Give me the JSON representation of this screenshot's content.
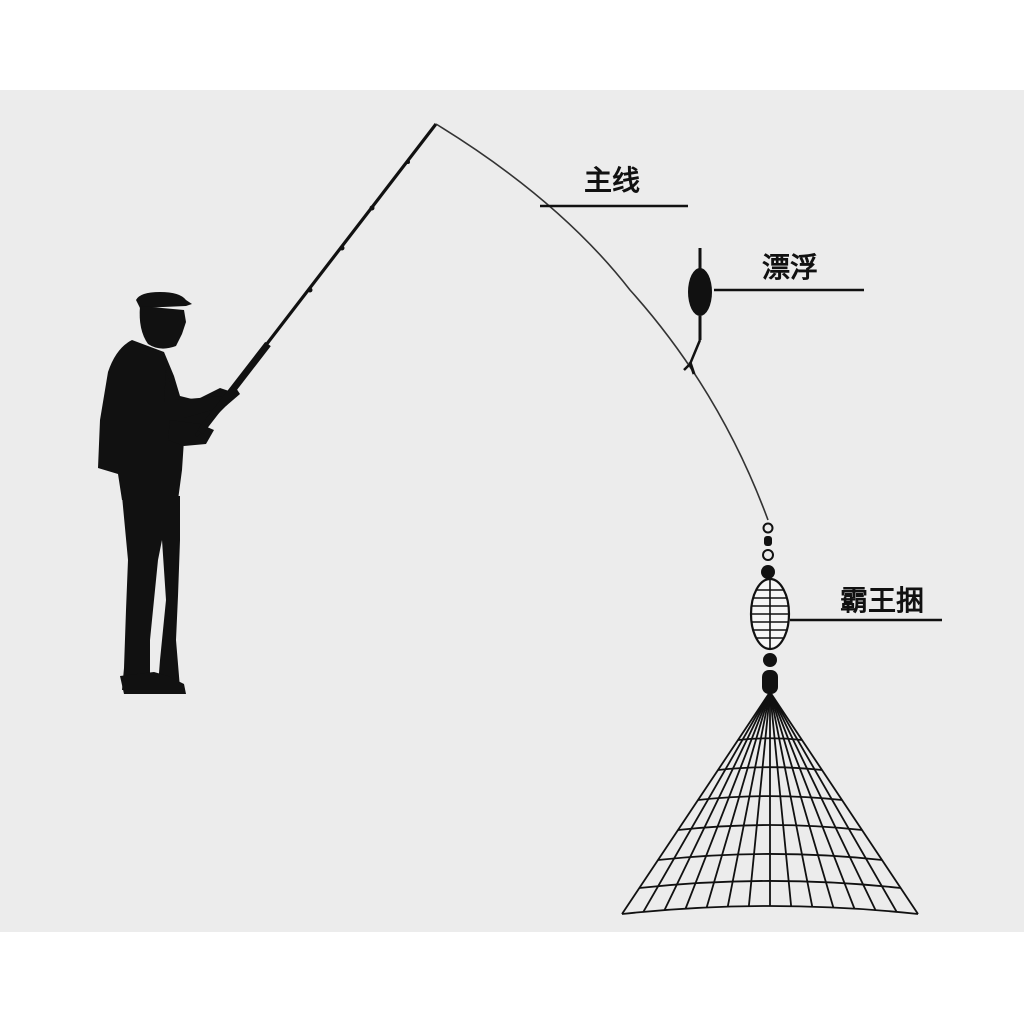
{
  "labels": {
    "main_line": "主线",
    "float": "漂浮",
    "feeder": "霸王捆"
  },
  "colors": {
    "background": "#ececec",
    "ink": "#111111",
    "line": "#222222"
  }
}
